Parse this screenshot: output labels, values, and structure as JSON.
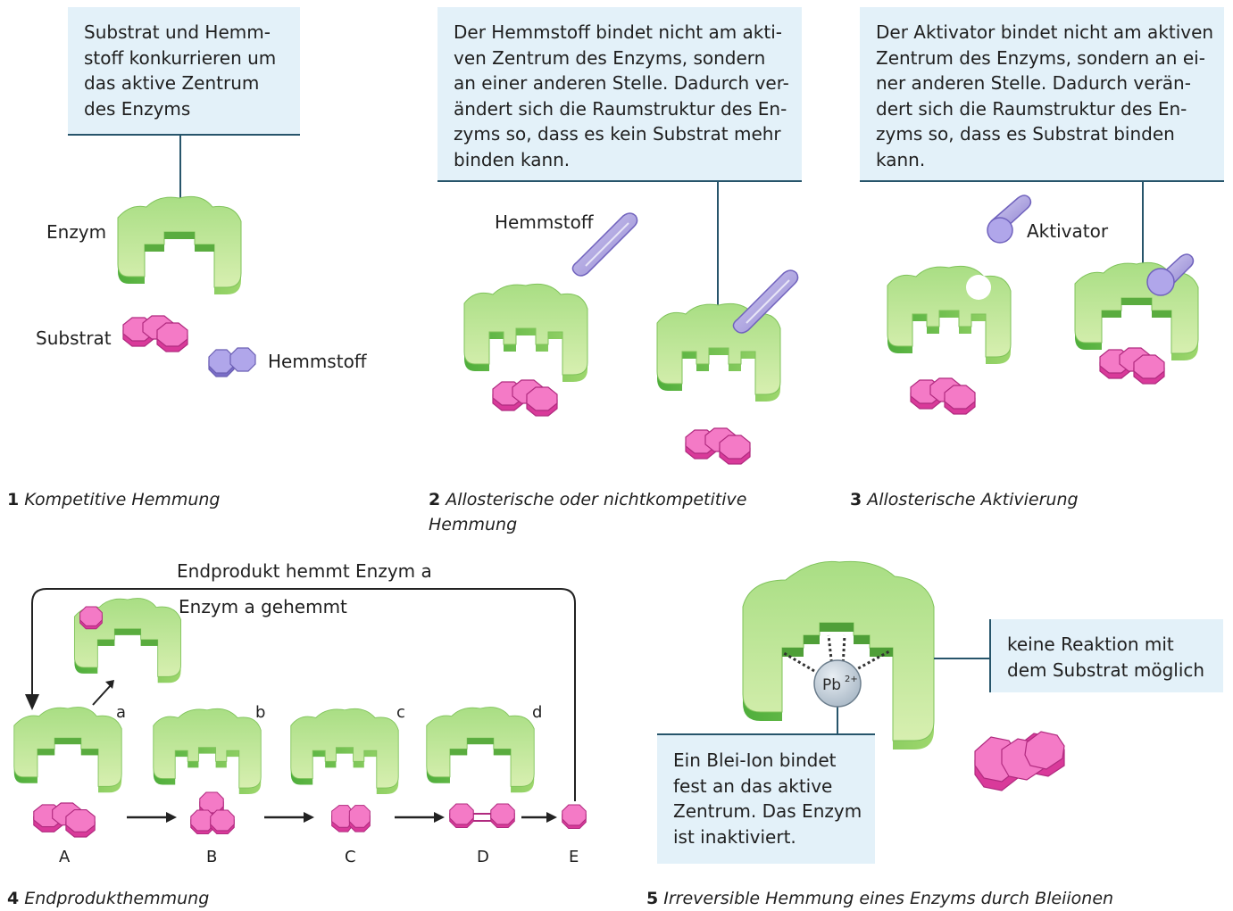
{
  "panel1": {
    "box_text": "Substrat und Hemm-\nstoff konkurrieren um\ndas aktive Zentrum\ndes Enzyms",
    "label_enzym": "Enzym",
    "label_substrat": "Substrat",
    "label_hemmstoff": "Hemmstoff",
    "caption_number": "1",
    "caption_text": "Kompetitive Hemmung"
  },
  "panel2": {
    "box_text": "Der Hemmstoff bindet nicht am akti-\nven Zentrum des Enzyms, sondern\nan einer anderen Stelle. Dadurch ver-\nändert sich die Raumstruktur des En-\nzyms so, dass es kein Substrat mehr\nbinden kann.",
    "label_hemmstoff": "Hemmstoff",
    "caption_number": "2",
    "caption_text_line1": "Allosterische oder nichtkompetitive",
    "caption_text_line2": "Hemmung"
  },
  "panel3": {
    "box_text": "Der Aktivator bindet nicht am aktiven\nZentrum des Enzyms, sondern an ei-\nner anderen Stelle. Dadurch verän-\ndert sich die Raumstruktur des En-\nzyms so, dass es Substrat binden\nkann.",
    "label_aktivator": "Aktivator",
    "caption_number": "3",
    "caption_text": "Allosterische Aktivierung"
  },
  "panel4": {
    "feedback_label": "Endprodukt hemmt Enzym a",
    "inhibited_label": "Enzym a gehemmt",
    "enzyme_letters": [
      "a",
      "b",
      "c",
      "d"
    ],
    "substance_letters": [
      "A",
      "B",
      "C",
      "D",
      "E"
    ],
    "caption_number": "4",
    "caption_text": "Endprodukthemmung"
  },
  "panel5": {
    "box_right_text": "keine Reaktion mit\ndem Substrat möglich",
    "box_bottom_text": "Ein Blei-Ion bindet\nfest an das aktive\nZentrum. Das Enzym\nist inaktiviert.",
    "ion_label": "Pb",
    "ion_charge": "2+",
    "caption_number": "5",
    "caption_text": "Irreversible Hemmung eines Enzyms durch Bleiionen"
  },
  "colors": {
    "enzyme_light": "#c8ea98",
    "enzyme_mid": "#93d36a",
    "enzyme_side": "#64b847",
    "substrate_top": "#f47ac6",
    "substrate_side": "#d93a9a",
    "inhibitor": "#a99ee0",
    "line": "#27556b",
    "box_bg": "#e3f1f9"
  }
}
